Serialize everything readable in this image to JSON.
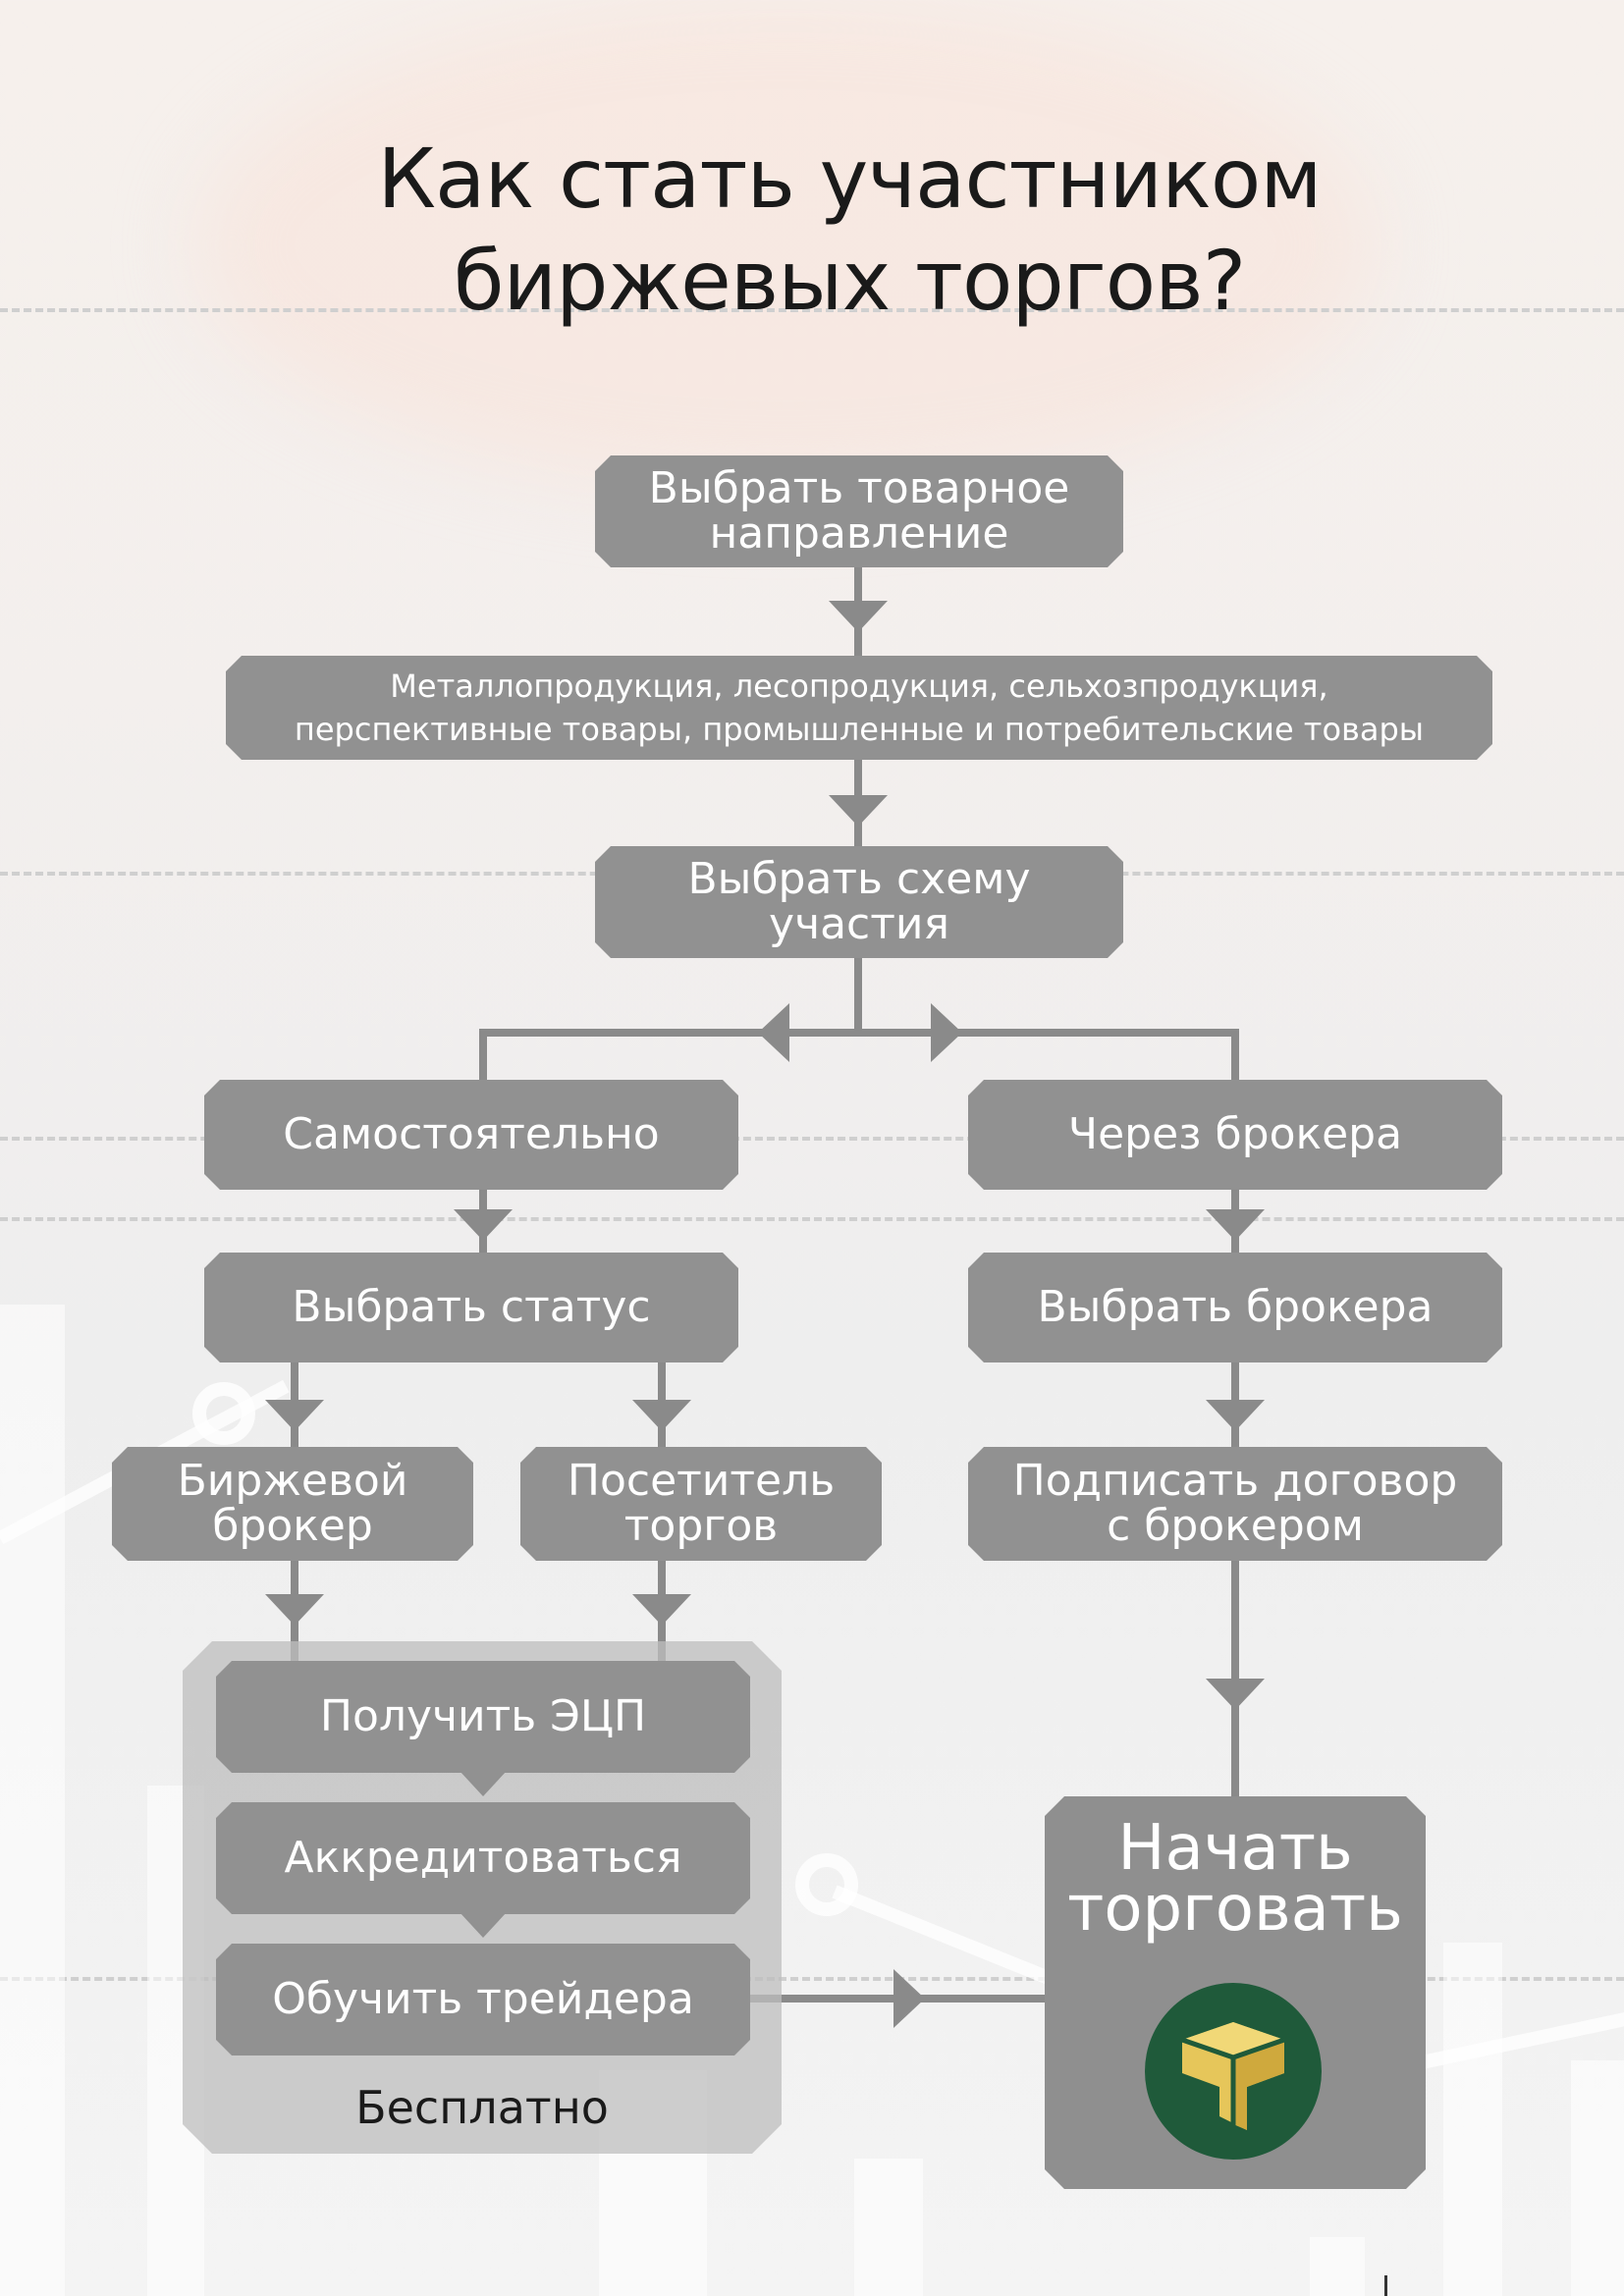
{
  "title": {
    "line1": "Как стать участником",
    "line2": "биржевых торгов?"
  },
  "nodes": {
    "choose_direction": {
      "line1": "Выбрать товарное",
      "line2": "направление"
    },
    "goods": {
      "line1": "Металлопродукция, лесопродукция, сельхозпродукция,",
      "line2": "перспективные товары, промышленные и потребительские товары"
    },
    "choose_scheme": {
      "line1": "Выбрать схему",
      "line2": "участия"
    },
    "self": "Самостоятельно",
    "via_broker": "Через брокера",
    "choose_status": "Выбрать статус",
    "choose_broker": "Выбрать брокера",
    "exchange_broker": {
      "line1": "Биржевой",
      "line2": "брокер"
    },
    "visitor": {
      "line1": "Посетитель",
      "line2": "торгов"
    },
    "sign_contract": {
      "line1": "Подписать договор",
      "line2": "с брокером"
    },
    "get_eds": "Получить ЭЦП",
    "accredit": "Аккредитоваться",
    "train_trader": "Обучить трейдера",
    "free": "Бесплатно",
    "start_trading": {
      "line1": "Начать",
      "line2": "торговать"
    }
  },
  "colors": {
    "box": "#919191",
    "connector": "#8a8a8a",
    "title": "#1a1a1a",
    "logo_bg": "#1f5a3a",
    "logo_mark": "#e6c65a"
  },
  "icons": {
    "logo": "exchange-logo-icon"
  }
}
